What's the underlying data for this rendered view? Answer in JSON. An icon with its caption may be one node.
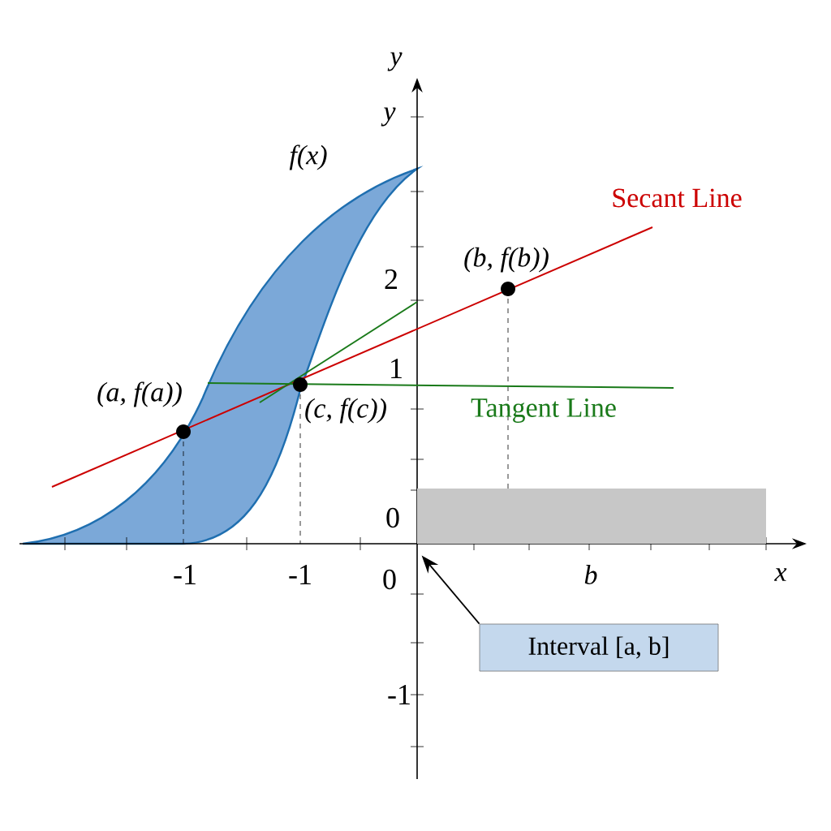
{
  "diagram": {
    "nodes": [
      {
        "text": [],
        "shape": "bar"
      },
      {
        "text": [
          "Interval [a, b]"
        ]
      }
    ],
    "edges": [
      {
        "from": 1,
        "to": 0,
        "arrow": "to"
      }
    ],
    "labels": [
      "y",
      "y",
      "f(x)",
      "Secant Line",
      "2",
      "(b, f(b))",
      "1",
      "(a, f(a))",
      "(c, f(c))",
      "Tangent Line",
      "0",
      "-1",
      "-1",
      "0",
      "b",
      "x",
      "-1"
    ]
  }
}
